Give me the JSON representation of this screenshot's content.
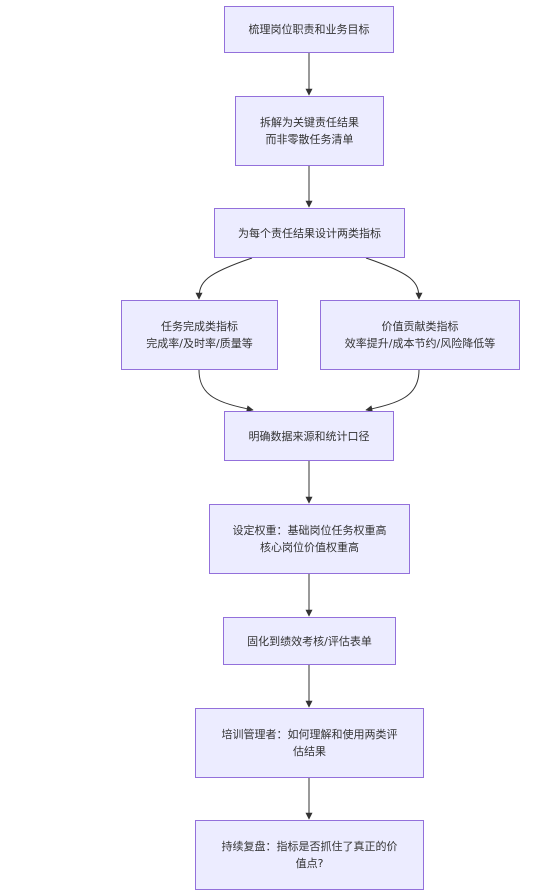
{
  "diagram": {
    "type": "flowchart",
    "nodes": [
      {
        "id": "n1",
        "lines": [
          "梳理岗位职责和业务目标"
        ]
      },
      {
        "id": "n2",
        "lines": [
          "拆解为关键责任结果",
          "而非零散任务清单"
        ]
      },
      {
        "id": "n3",
        "lines": [
          "为每个责任结果设计两类指标"
        ]
      },
      {
        "id": "n4",
        "lines": [
          "任务完成类指标",
          "完成率/及时率/质量等"
        ]
      },
      {
        "id": "n5",
        "lines": [
          "价值贡献类指标",
          "效率提升/成本节约/风险降低等"
        ]
      },
      {
        "id": "n6",
        "lines": [
          "明确数据来源和统计口径"
        ]
      },
      {
        "id": "n7",
        "lines": [
          "设定权重：基础岗位任务权重高",
          "核心岗位价值权重高"
        ]
      },
      {
        "id": "n8",
        "lines": [
          "固化到绩效考核/评估表单"
        ]
      },
      {
        "id": "n9",
        "lines": [
          "培训管理者：如何理解和使用两类评",
          "估结果"
        ]
      },
      {
        "id": "n10",
        "lines": [
          "持续复盘：指标是否抓住了真正的价",
          "值点?"
        ]
      }
    ],
    "edges": [
      {
        "from": "n1",
        "to": "n2"
      },
      {
        "from": "n2",
        "to": "n3"
      },
      {
        "from": "n3",
        "to": "n4"
      },
      {
        "from": "n3",
        "to": "n5"
      },
      {
        "from": "n4",
        "to": "n6"
      },
      {
        "from": "n5",
        "to": "n6"
      },
      {
        "from": "n6",
        "to": "n7"
      },
      {
        "from": "n7",
        "to": "n8"
      },
      {
        "from": "n8",
        "to": "n9"
      },
      {
        "from": "n9",
        "to": "n10"
      }
    ],
    "colors": {
      "node_fill": "#ececff",
      "node_border": "#9370db",
      "edge": "#333333",
      "text": "#333333"
    }
  }
}
